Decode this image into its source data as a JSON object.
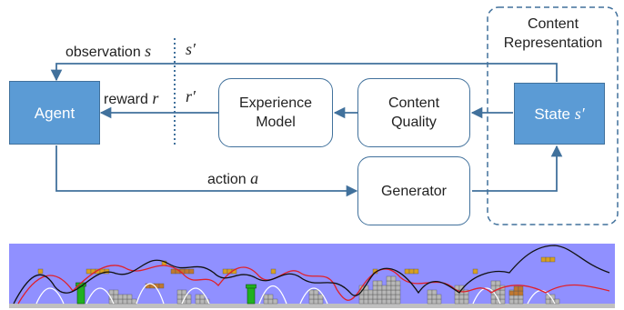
{
  "diagram": {
    "agent": "Agent",
    "experience_model": [
      "Experience",
      "Model"
    ],
    "content_quality": [
      "Content",
      "Quality"
    ],
    "state": {
      "text": "State ",
      "symbol": "s′"
    },
    "generator": "Generator",
    "content_representation": [
      "Content",
      "Representation"
    ],
    "observation": {
      "text": "observation ",
      "symbol": "s"
    },
    "s_prime_label": "s′",
    "reward": {
      "text": "reward ",
      "symbol": "r"
    },
    "r_prime_label": "r′",
    "action": {
      "text": "action ",
      "symbol": "a"
    }
  },
  "colors": {
    "accent_blue": "#5b9bd5",
    "border_blue": "#41719c",
    "level_sky": "#9090ff",
    "trace_red": "#e0202a",
    "trace_black": "#111111",
    "trace_white": "#ffffff"
  }
}
